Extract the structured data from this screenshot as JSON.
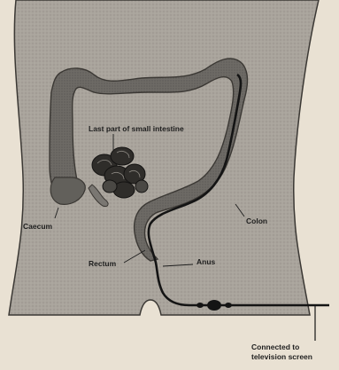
{
  "labels": {
    "small_intestine": "Last part of small intestine",
    "caecum": "Caecum",
    "colon": "Colon",
    "rectum": "Rectum",
    "anus": "Anus",
    "connected_line1": "Connected to",
    "connected_line2": "television screen"
  },
  "colors": {
    "background": "#e9e1d3",
    "body": "#a7a29a",
    "intestine": "#6f6b66",
    "intestine_outline": "#3b3834",
    "scope": "#151515",
    "text": "#1e1e1e"
  }
}
